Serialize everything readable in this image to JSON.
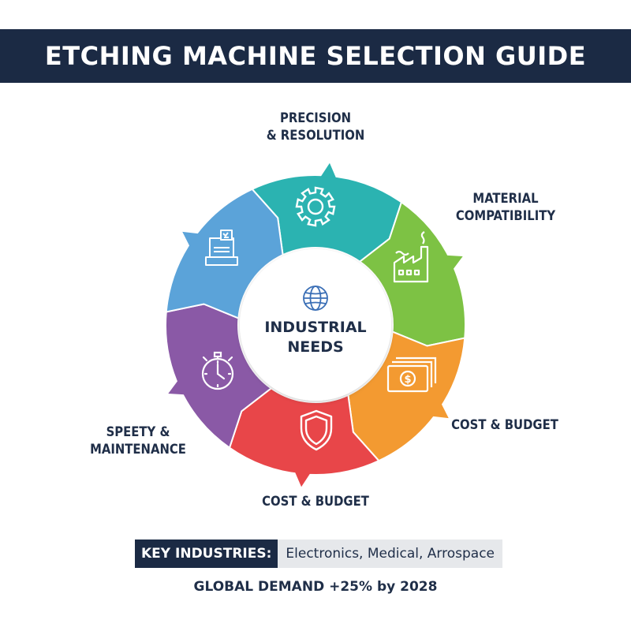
{
  "title": "ETCHING MACHINE SELECTION GUIDE",
  "center": {
    "line1": "INDUSTRIAL",
    "line2": "NEEDS",
    "icon": "globe-icon"
  },
  "segments": [
    {
      "id": "precision",
      "line1": "PRECISION",
      "line2": "& RESOLUTION",
      "icon": "gear-icon",
      "color": "#2bb3b1"
    },
    {
      "id": "material",
      "line1": "MATERIAL",
      "line2": "COMPATIBILITY",
      "icon": "factory-icon",
      "color": "#7dc244"
    },
    {
      "id": "cost-right",
      "line1": "COST & BUDGET",
      "line2": "",
      "icon": "money-icon",
      "color": "#f39a31"
    },
    {
      "id": "cost-bottom",
      "line1": "COST & BUDGET",
      "line2": "",
      "icon": "shield-icon",
      "color": "#e84649"
    },
    {
      "id": "safety",
      "line1": "SPEETY &",
      "line2": "MAINTENANCE",
      "icon": "stopwatch-icon",
      "color": "#8a59a6"
    },
    {
      "id": "document",
      "line1": "",
      "line2": "",
      "icon": "document-icon",
      "color": "#5ba3d9"
    }
  ],
  "key_industries": {
    "label": "KEY INDUSTRIES:",
    "value": "Electronics, Medical, Arrospace"
  },
  "footer": "GLOBAL DEMAND +25% by 2028",
  "colors": {
    "header": "#1b2a44",
    "text": "#1f2e48",
    "key_bg": "#e6e8eb"
  }
}
